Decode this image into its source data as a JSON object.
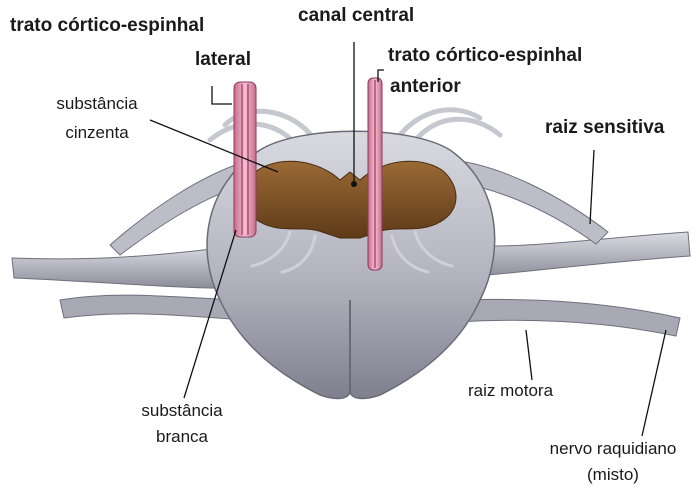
{
  "labels": {
    "lateral_tract_line1": "trato córtico-espinhal",
    "lateral_tract_line2": "lateral",
    "central_canal": "canal central",
    "anterior_tract_line1": "trato córtico-espinhal",
    "anterior_tract_line2": "anterior",
    "gray_matter_line1": "substância",
    "gray_matter_line2": "cinzenta",
    "sensory_root": "raiz sensitiva",
    "white_matter_line1": "substância",
    "white_matter_line2": "branca",
    "motor_root": "raiz motora",
    "spinal_nerve_line1": "nervo raquidiano",
    "spinal_nerve_line2": "(misto)"
  },
  "colors": {
    "white_matter": "#c9c9d2",
    "white_matter_shadow": "#8e8e9c",
    "gray_matter": "#8a5a2b",
    "tract_fill": "#e2a3b8",
    "tract_stripe": "#b8476e",
    "leader_line": "#111111"
  }
}
